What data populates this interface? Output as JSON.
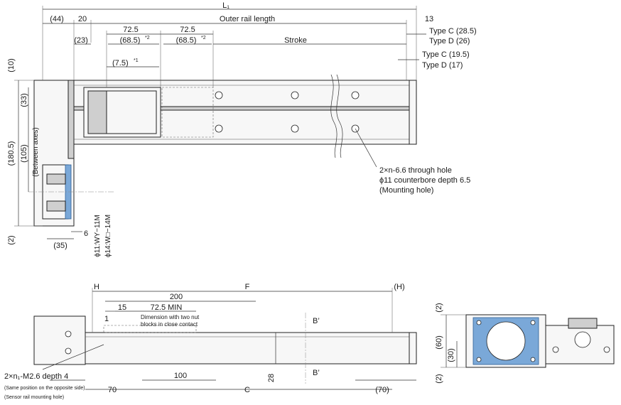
{
  "top_view": {
    "dimensions": {
      "L1": "L₁",
      "d44": "(44)",
      "d20": "20",
      "outer_rail": "Outer rail length",
      "d13": "13",
      "d23": "(23)",
      "d72_5_a": "72.5",
      "d72_5_b": "72.5",
      "d68_5_a": "(68.5)",
      "d68_5_b": "(68.5)",
      "sup2": "*2",
      "stroke": "Stroke",
      "d7_5": "(7.5)",
      "sup1": "*1",
      "type_c_28": "Type C (28.5)",
      "type_d_26": "Type D (26)",
      "type_c_19": "Type C (19.5)",
      "type_d_17": "Type D (17)",
      "d10": "(10)",
      "d33": "(33)",
      "d180_5": "(180.5)",
      "d105": "(105)",
      "between_axes": "(Between axes)",
      "d2": "(2)",
      "d6": "6",
      "d35": "(35)",
      "phi11": "ϕ11:WY−11M",
      "phi14": "ϕ14:W□−14M"
    },
    "callout": {
      "line1": "2×n-6.6 through hole",
      "line2": "ϕ11 counterbore depth 6.5",
      "line3": "(Mounting hole)"
    }
  },
  "side_view": {
    "dimensions": {
      "H": "H",
      "H_paren": "(H)",
      "F": "F",
      "d200": "200",
      "d15": "15",
      "d72_5_min": "72.5 MIN",
      "d1": "1",
      "note_line1": "Dimension with two nut",
      "note_line2": "blocks in close contact",
      "B_top": "B’",
      "B_bottom": "B’",
      "d100": "100",
      "d28": "28",
      "d70": "70",
      "C": "C",
      "d70_paren": "(70)"
    },
    "callout": {
      "line1": "2×n₁-M2.6 depth 4",
      "line2": "(Same position on the opposite side)",
      "line3": "(Sensor rail mounting hole)"
    }
  },
  "end_view": {
    "dimensions": {
      "d2_top": "(2)",
      "d60": "(60)",
      "d30": "(30)",
      "d2_bottom": "(2)"
    }
  },
  "colors": {
    "line": "#222222",
    "body_fill": "#f7f7f7",
    "accent_blue": "#7aa8d8"
  }
}
